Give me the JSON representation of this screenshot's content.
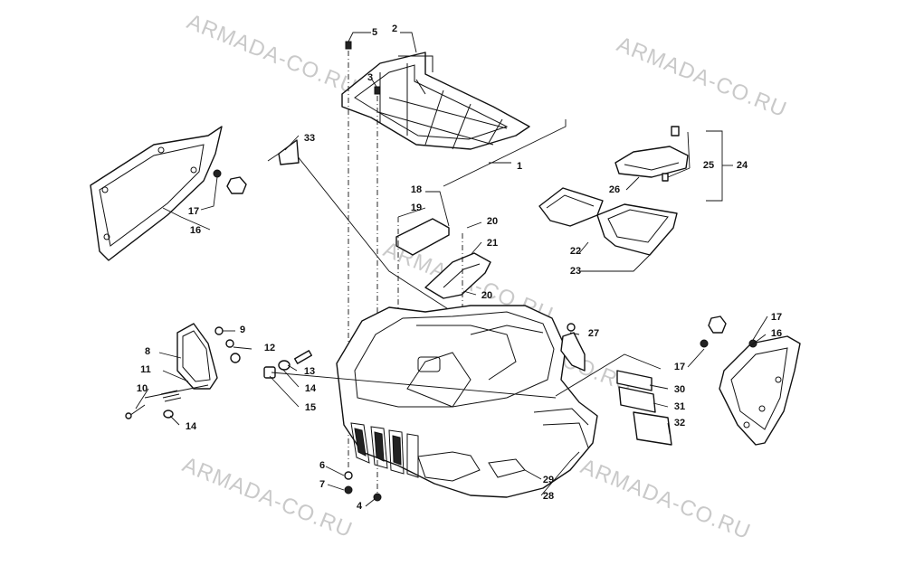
{
  "watermarks": [
    "ARMADA-CO.RU",
    "ARMADA-CO.RU",
    "ARMADA-CO.RU",
    "ARMADA-CO.RU",
    "ARMADA-CO.RU",
    "ARMADA-CO.RU"
  ],
  "callouts": [
    "1",
    "2",
    "3",
    "4",
    "5",
    "6",
    "7",
    "8",
    "9",
    "10",
    "11",
    "12",
    "13",
    "14",
    "14",
    "15",
    "16",
    "16",
    "17",
    "17",
    "17",
    "18",
    "19",
    "20",
    "20",
    "21",
    "22",
    "23",
    "24",
    "25",
    "26",
    "27",
    "28",
    "29",
    "30",
    "31",
    "32",
    "33"
  ],
  "colors": {
    "line": "#111111",
    "background": "#ffffff",
    "watermark": "#b8b8b8"
  }
}
